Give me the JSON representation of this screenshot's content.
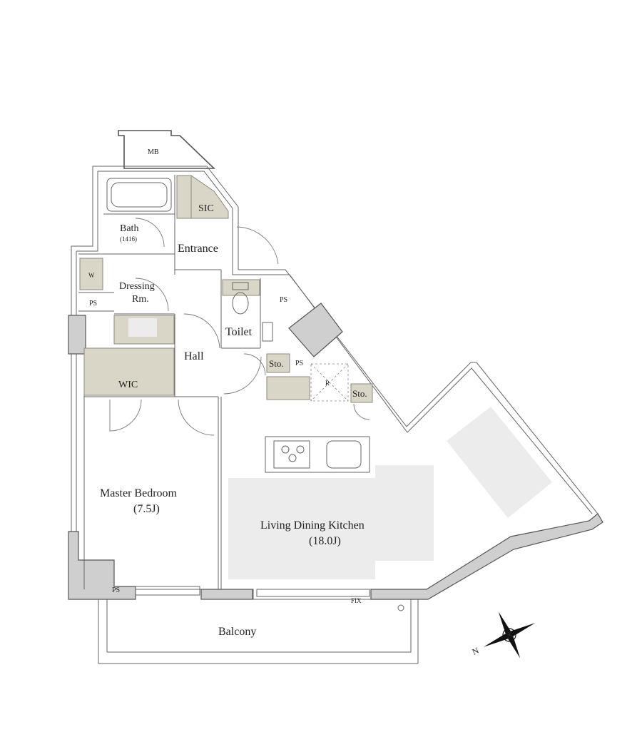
{
  "rooms": {
    "mb": "MB",
    "sic": "SIC",
    "bath": "Bath",
    "bath_size": "(1416)",
    "entrance": "Entrance",
    "w": "W",
    "dressing_line1": "Dressing",
    "dressing_line2": "Rm.",
    "ps_left": "PS",
    "ps_toilet": "PS",
    "ps_kitchen": "PS",
    "ps_bottom": "PS",
    "toilet": "Toilet",
    "hall": "Hall",
    "sto_1": "Sto.",
    "sto_2": "Sto.",
    "fridge": "R",
    "wic": "WIC",
    "master_bedroom": "Master Bedroom",
    "master_bedroom_size": "(7.5J)",
    "ldk": "Living Dining Kitchen",
    "ldk_size": "(18.0J)",
    "fix": "FIX",
    "balcony": "Balcony"
  },
  "compass": {
    "north_label": "N"
  },
  "colors": {
    "wall_grey": "#cfcfcf",
    "storage_tan": "#d9d6c8",
    "furniture_light": "#ececec",
    "line": "#555555"
  }
}
